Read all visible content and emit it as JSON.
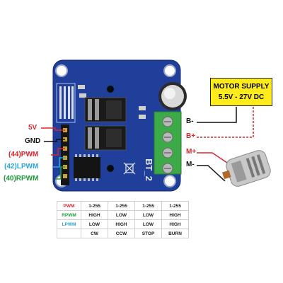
{
  "pin_labels": [
    {
      "text": "5V",
      "color": "#d8262d"
    },
    {
      "text": "GND",
      "color": "#111111"
    },
    {
      "text": "(44)PWM",
      "color": "#d8262d"
    },
    {
      "text": "(42)LPWM",
      "color": "#2aa6d8"
    },
    {
      "text": "(40)RPWM",
      "color": "#1e9b3a"
    }
  ],
  "terminal_labels": [
    "B-",
    "B+",
    "M+",
    "M-"
  ],
  "motor_supply": {
    "line1": "MOTOR SUPPLY",
    "line2": "5.5V - 27V DC"
  },
  "board_label": "BT_2",
  "truth_table": {
    "rows": [
      {
        "label": "PWM",
        "label_color": "#d8262d",
        "cells": [
          "1-255",
          "1-255",
          "1-255",
          "1-255"
        ]
      },
      {
        "label": "RPWM",
        "label_color": "#1e9b3a",
        "cells": [
          "HIGH",
          "LOW",
          "LOW",
          "HIGH"
        ]
      },
      {
        "label": "LPWM",
        "label_color": "#2aa6d8",
        "cells": [
          "LOW",
          "HIGH",
          "LOW",
          "HIGH"
        ]
      },
      {
        "label": "",
        "label_color": "#222222",
        "cells": [
          "CW",
          "CCW",
          "STOP",
          "BURN"
        ]
      }
    ]
  },
  "colors": {
    "board": "#1f3f9a",
    "terminal": "#3daa48",
    "wire_red": "#d8262d",
    "supply_box": "#ffec1a"
  }
}
